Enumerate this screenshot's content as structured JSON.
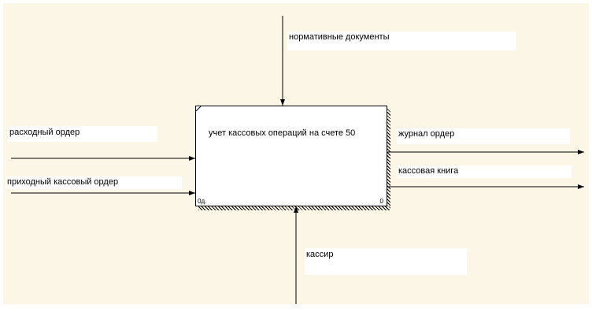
{
  "background_color": "#fbf6e6",
  "activity": {
    "title": "учет кассовых операций на счете 50",
    "label": "0д.",
    "number": "0"
  },
  "controls": [
    {
      "label": "нормативные документы"
    }
  ],
  "inputs": [
    {
      "label": "расходный ордер"
    },
    {
      "label": "приходный кассовый ордер"
    }
  ],
  "outputs": [
    {
      "label": "журнал ордер"
    },
    {
      "label": "кассовая книга"
    }
  ],
  "mechanisms": [
    {
      "label": "кассир"
    }
  ]
}
